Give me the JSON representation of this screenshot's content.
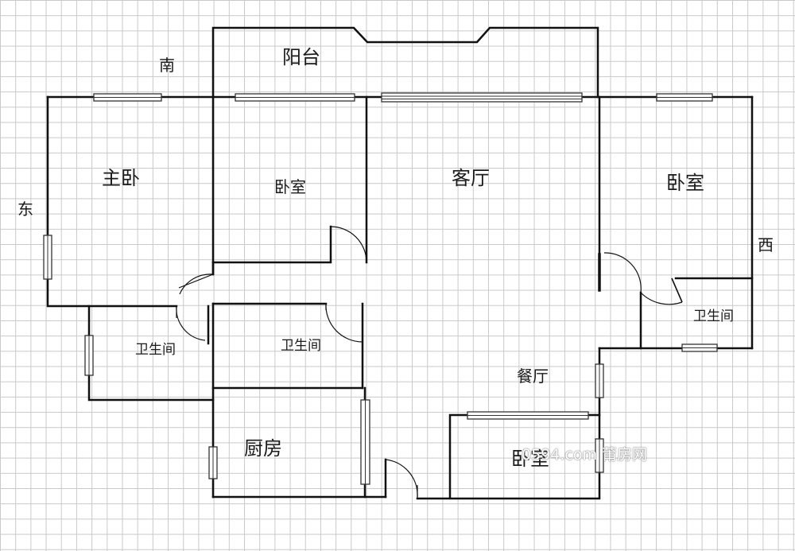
{
  "directions": {
    "south": "南",
    "east": "东",
    "west": "西"
  },
  "rooms": {
    "balcony": "阳台",
    "master_bedroom": "主卧",
    "bedroom_middle": "卧室",
    "living_room": "客厅",
    "bedroom_right": "卧室",
    "bathroom_left": "卫生间",
    "bathroom_middle": "卫生间",
    "bathroom_right": "卫生间",
    "dining_room": "餐厅",
    "kitchen": "厨房",
    "bedroom_bottom": "卧室"
  },
  "watermark": "0594.com 莆房网",
  "colors": {
    "wall": "#111111",
    "grid": "#c9c9c9",
    "background": "#ffffff"
  }
}
